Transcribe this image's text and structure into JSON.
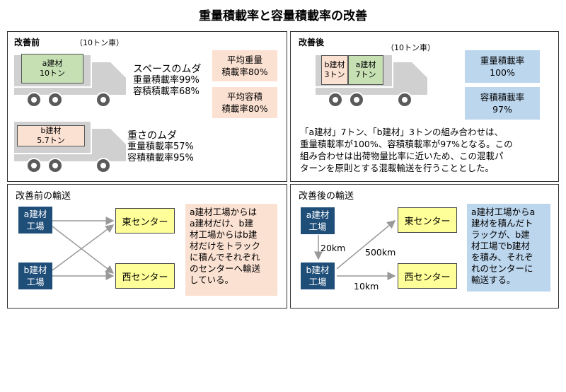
{
  "title": "重量積載率と容量積載率の改善",
  "before": {
    "label": "改善前",
    "truck_note": "（10トン車）",
    "truck1": {
      "cargo_line1": "a建材",
      "cargo_line2": "10トン",
      "heading": "スペースのムダ",
      "weight_rate": "重量積載率99%",
      "volume_rate": "容積積載率68%"
    },
    "truck2": {
      "cargo_line1": "b建材",
      "cargo_line2": "5.7トン",
      "heading": "重さのムダ",
      "weight_rate": "重量積載率57%",
      "volume_rate": "容積積載率95%"
    },
    "avg_weight": {
      "line1": "平均重量",
      "line2": "積載率80%"
    },
    "avg_volume": {
      "line1": "平均容積",
      "line2": "積載率80%"
    }
  },
  "after": {
    "label": "改善後",
    "truck_note": "（10トン車）",
    "cargo_b": {
      "line1": "b建材",
      "line2": "3トン"
    },
    "cargo_a": {
      "line1": "a建材",
      "line2": "7トン"
    },
    "weight_box": {
      "line1": "重量積載率",
      "line2": "100%"
    },
    "volume_box": {
      "line1": "容積積載率",
      "line2": "97%"
    },
    "description": [
      "「a建材」7トン、「b建材」3トンの組み合わせは、",
      "重量積載率が100%、容積積載率が97%となる。この",
      "組み合わせは出荷物量比率に近いため、この混載パ",
      "ターンを原則とする混載輸送を行うこととした。"
    ]
  },
  "transport_before": {
    "label": "改善前の輸送",
    "factory_a": {
      "line1": "a建材",
      "line2": "工場"
    },
    "factory_b": {
      "line1": "b建材",
      "line2": "工場"
    },
    "center_east": "東センター",
    "center_west": "西センター",
    "description": [
      "a建材工場からは",
      "a建材だけ、b建",
      "材工場からはb建",
      "材だけをトラック",
      "に積んでそれぞれ",
      "のセンターへ輸送",
      "している。"
    ]
  },
  "transport_after": {
    "label": "改善後の輸送",
    "factory_a": {
      "line1": "a建材",
      "line2": "工場"
    },
    "factory_b": {
      "line1": "b建材",
      "line2": "工場"
    },
    "center_east": "東センター",
    "center_west": "西センター",
    "dist_ab": "20km",
    "dist_east": "500km",
    "dist_west": "10km",
    "description": [
      "a建材工場からa",
      "建材を積んだト",
      "ラックが、b建",
      "材工場でb建材",
      "を積み、それぞ",
      "れのセンターに",
      "輸送する。"
    ]
  },
  "colors": {
    "peach": "#fbe1d2",
    "blue": "#bcd6ee",
    "green": "#c6e0b4",
    "navy": "#1f4e79",
    "yellow": "#ffff99",
    "truck_gray": "#d0d0d0",
    "wheel": "#5a5a5a"
  }
}
